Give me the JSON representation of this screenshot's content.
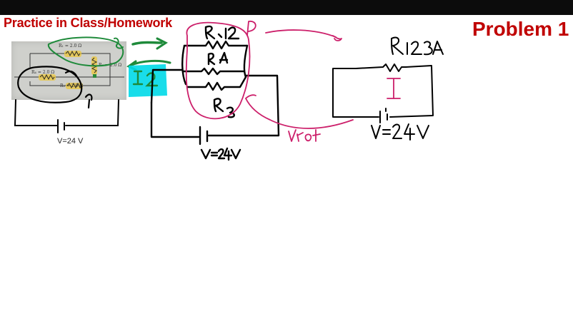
{
  "slide": {
    "section_title": "Practice in Class/Homework",
    "problem_title": "Problem 1"
  },
  "photo": {
    "r1_label": "R₁ = 2.0 Ω",
    "r2_label": "R₂ = 2.0 Ω",
    "r3_label": "R₃ = 2.0 Ω",
    "r4_label": "R₄ = 2.0 Ω",
    "voltage_label": "V=24 V"
  },
  "colors": {
    "title_red": "#c00000",
    "ink_black": "#000000",
    "ink_magenta": "#cc1f6a",
    "ink_green": "#1e8a3a",
    "highlight_cyan": "#00d9e8",
    "topbar": "#0c0c0c"
  }
}
